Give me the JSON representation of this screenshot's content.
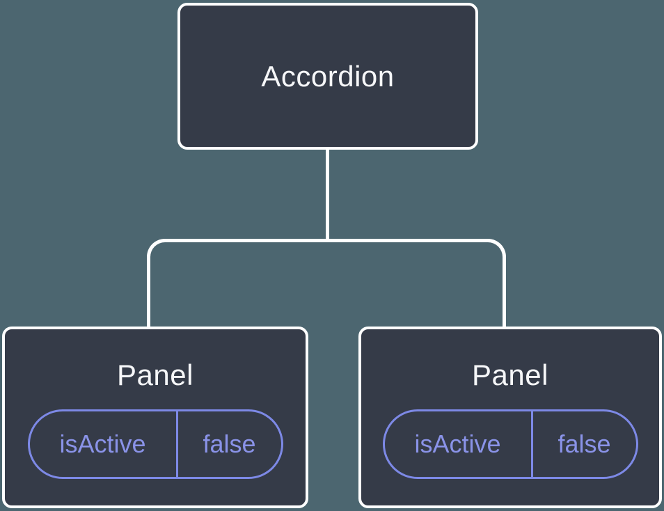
{
  "colors": {
    "background": "#4C6670",
    "node_fill": "#353B48",
    "node_border": "#FFFFFF",
    "connector": "#FFFFFF",
    "accent_purple": "#7D89E6",
    "text_white": "#F6F7F9"
  },
  "tree": {
    "root": {
      "label": "Accordion"
    },
    "children": [
      {
        "label": "Panel",
        "state": {
          "key": "isActive",
          "value": "false"
        }
      },
      {
        "label": "Panel",
        "state": {
          "key": "isActive",
          "value": "false"
        }
      }
    ]
  }
}
